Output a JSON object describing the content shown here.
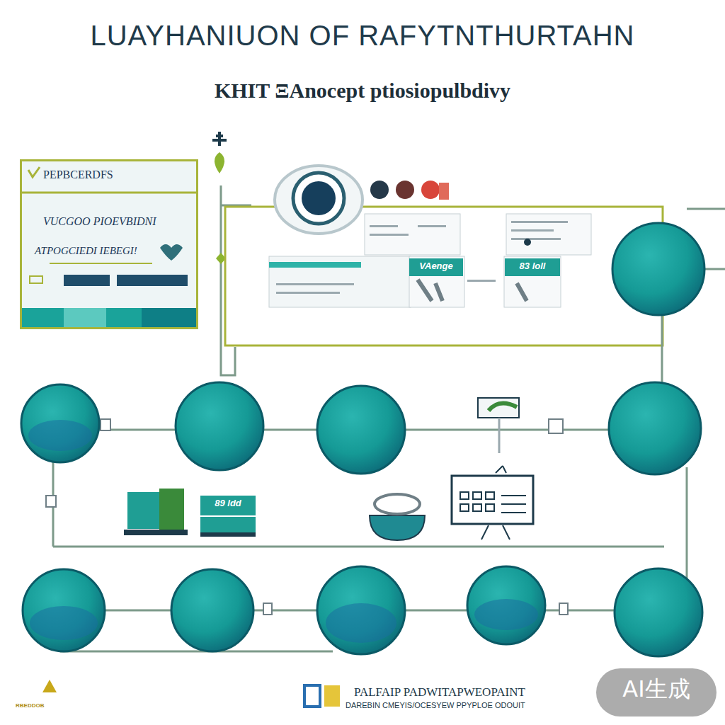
{
  "diagram": {
    "title": "LUAYHANIUON OF RAFYTNTHURTAHN",
    "nodes": [
      {
        "text": [
          "PEPBCERDFS",
          "VUCGOO PIOEVBIDNI",
          "ATPOGCIEDI IEBEGI!"
        ]
      },
      {
        "text": [
          "VAenge"
        ]
      },
      {
        "text": [
          "83 loll"
        ]
      },
      {
        "text": [
          "89 ldd"
        ]
      }
    ],
    "labels": [
      "KHIT ΞAnocept ptiosiopulbdivy",
      "PALFAIP PADWITAPWEOPAINT",
      "DAREBIN CMEYIS/OCESYEW PPYPLOE ODOUIT",
      "RBEDDOB",
      "AI生成"
    ]
  }
}
